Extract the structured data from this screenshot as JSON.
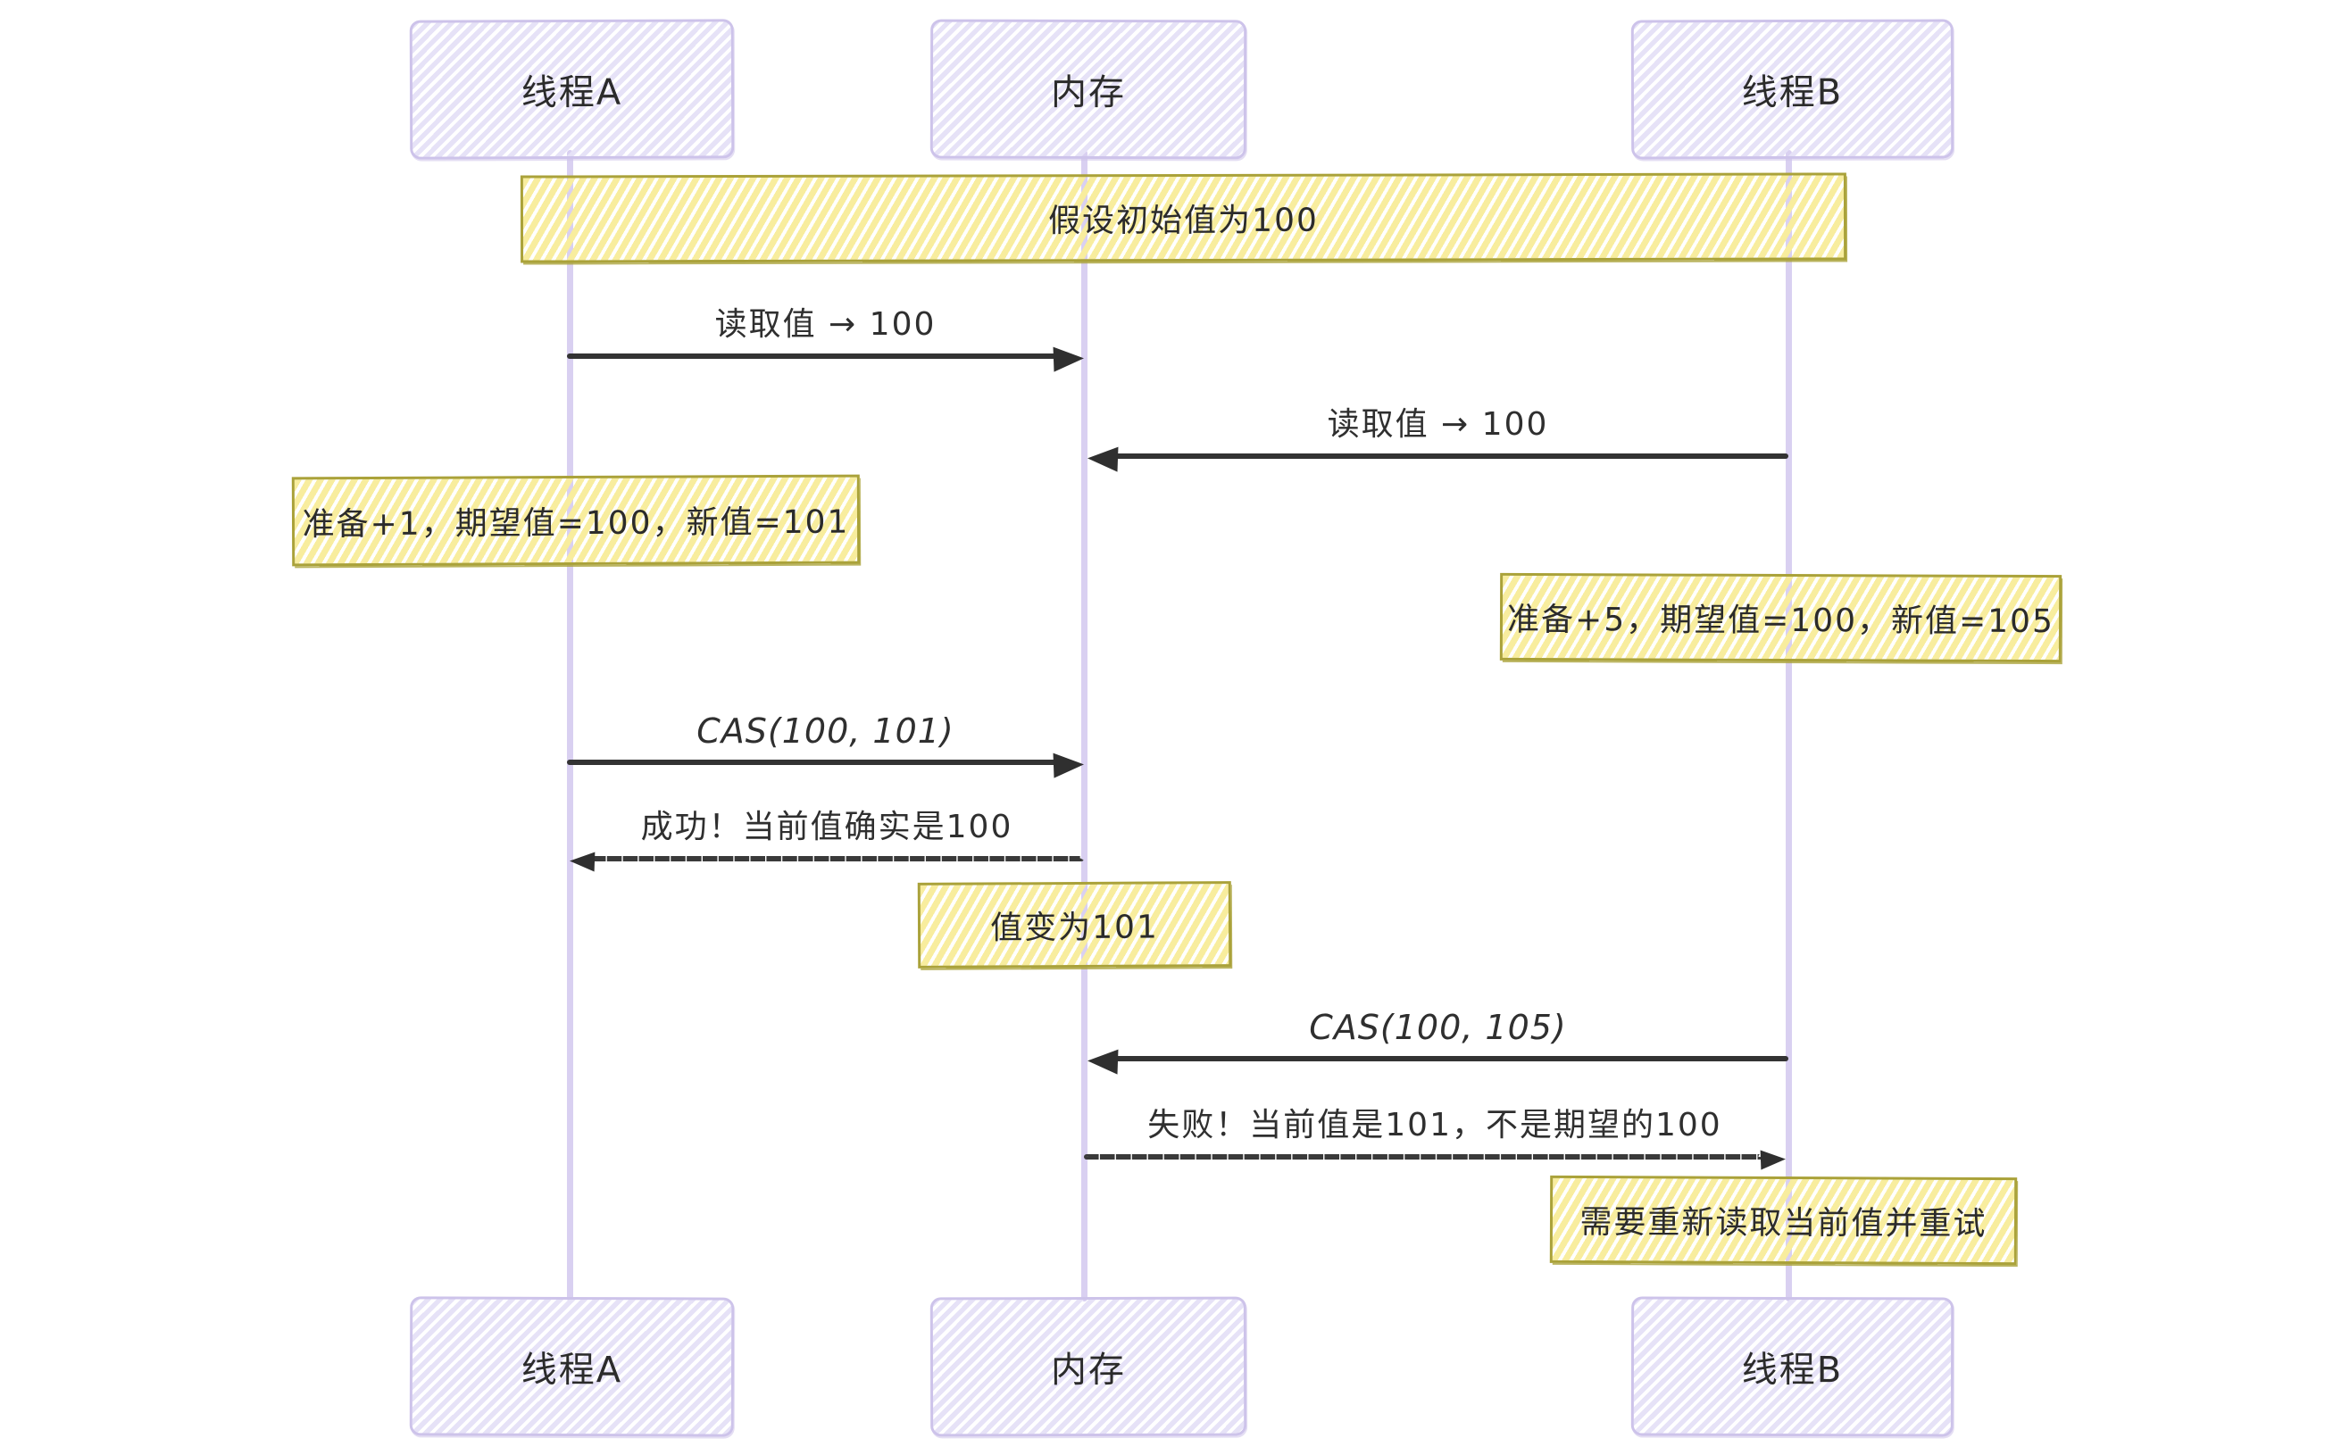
{
  "diagram": {
    "title_hint": "CAS compare-and-swap sequence diagram",
    "actors": [
      {
        "id": "thread-a",
        "label": "线程A"
      },
      {
        "id": "memory",
        "label": "内存"
      },
      {
        "id": "thread-b",
        "label": "线程B"
      }
    ],
    "notes": [
      {
        "id": "initial-value",
        "text": "假设初始值为100"
      },
      {
        "id": "prepare-a",
        "text": "准备+1，期望值=100，新值=101"
      },
      {
        "id": "prepare-b",
        "text": "准备+5，期望值=100，新值=105"
      },
      {
        "id": "value-changed",
        "text": "值变为101"
      },
      {
        "id": "retry",
        "text": "需要重新读取当前值并重试"
      }
    ],
    "messages": [
      {
        "id": "read-a",
        "label": "读取值 → 100",
        "from": "thread-a",
        "to": "memory",
        "style": "solid"
      },
      {
        "id": "read-b",
        "label": "读取值 → 100",
        "from": "thread-b",
        "to": "memory",
        "style": "solid"
      },
      {
        "id": "cas-a",
        "label": "CAS(100, 101)",
        "from": "thread-a",
        "to": "memory",
        "style": "solid"
      },
      {
        "id": "cas-a-result",
        "label": "成功！当前值确实是100",
        "from": "memory",
        "to": "thread-a",
        "style": "dashed"
      },
      {
        "id": "cas-b",
        "label": "CAS(100, 105)",
        "from": "thread-b",
        "to": "memory",
        "style": "solid"
      },
      {
        "id": "cas-b-result",
        "label": "失败！当前值是101，不是期望的100",
        "from": "memory",
        "to": "thread-b",
        "style": "dashed"
      }
    ],
    "colors": {
      "actor_fill_stripe": "#e6e2f7",
      "actor_border": "#cdc3ea",
      "lifeline": "#d9d0f1",
      "note_fill_stripe": "#f8ed9e",
      "note_border": "#aaa23a",
      "arrow": "#333333",
      "text": "#2b2b2b",
      "background": "#ffffff"
    }
  }
}
